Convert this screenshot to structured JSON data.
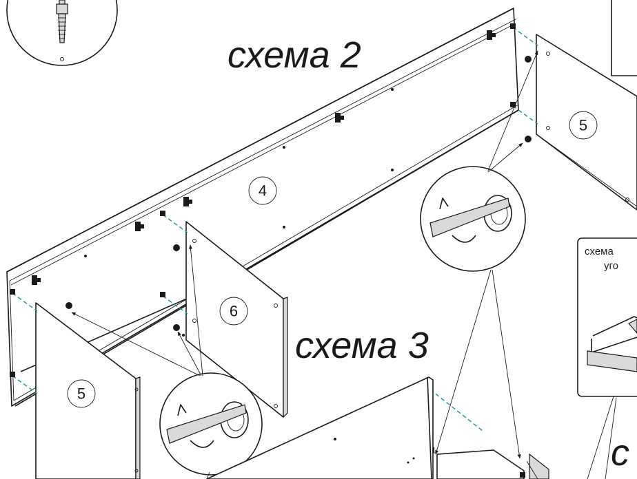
{
  "titles": {
    "scheme2": "схема 2",
    "scheme3": "схема 3",
    "scheme_partial": "с"
  },
  "part_labels": {
    "back_panel": "4",
    "side_left": "5",
    "side_right": "5",
    "partition": "6"
  },
  "inset": {
    "line1": "схема",
    "line2": "уго"
  },
  "colors": {
    "dowel_line": "#1f9aa0",
    "line": "#1a1a1a"
  }
}
